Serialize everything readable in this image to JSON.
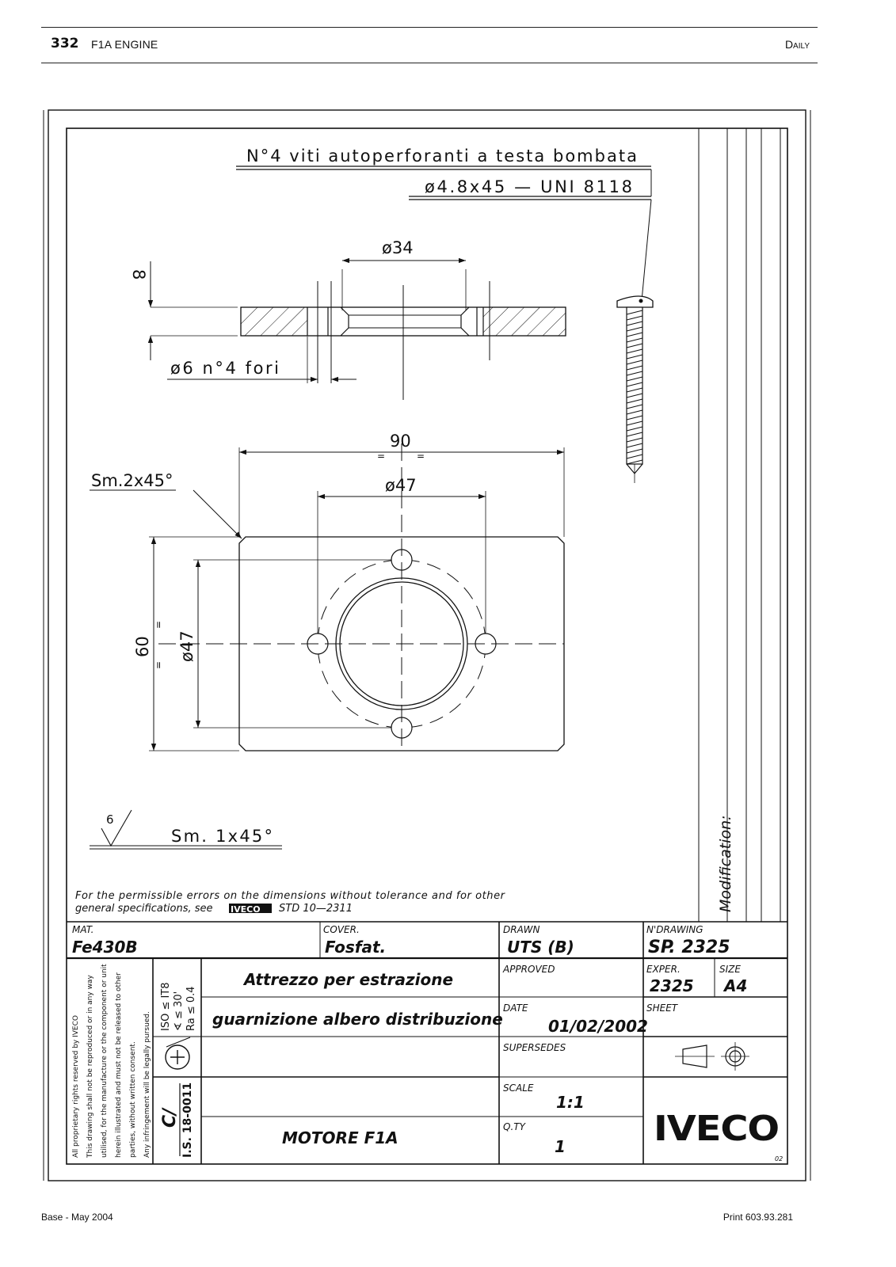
{
  "header": {
    "page_number": "332",
    "section": "F1A ENGINE",
    "model": "Daily"
  },
  "footer": {
    "left": "Base - May 2004",
    "right": "Print 603.93.281"
  },
  "drawing": {
    "note_title": "N°4 viti autoperforanti a testa bombata",
    "note_spec": "ø4.8x45 — UNI 8118",
    "dim_hole_dia": "ø34",
    "dim_thickness": "8",
    "dim_holes": "ø6 n°4 fori",
    "dim_width": "90",
    "dim_bolt_circle": "ø47",
    "dim_height": "60",
    "dim_bolt_circle_v": "ø47",
    "chamfer_top": "Sm.2x45°",
    "roughness": "6",
    "chamfer_bottom": "Sm. 1x45°",
    "equal_mark": "=",
    "modification_label": "Modification:"
  },
  "tolerance_note": {
    "line1": "For the permissible errors on the dimensions without tolerance and for other",
    "line2_prefix": "general specifications, see",
    "brand": "IVECO",
    "line2_suffix": "STD 10—2311"
  },
  "title_block": {
    "mat_label": "MAT.",
    "mat_value": "Fe430B",
    "cover_label": "COVER.",
    "cover_value": "Fosfat.",
    "drawn_label": "DRAWN",
    "drawn_value": "UTS (B)",
    "ndrawing_label": "N'DRAWING",
    "ndrawing_value": "SP. 2325",
    "approved_label": "APPROVED",
    "exper_label": "EXPER.",
    "exper_value": "2325",
    "size_label": "SIZE",
    "size_value": "A4",
    "date_label": "DATE",
    "date_value": "01/02/2002",
    "sheet_label": "SHEET",
    "supersedes_label": "SUPERSEDES",
    "scale_label": "SCALE",
    "scale_value": "1:1",
    "qty_label": "Q.TY",
    "qty_value": "1",
    "description_line1": "Attrezzo per estrazione",
    "description_line2": "guarnizione albero distribuzione",
    "description_line3": "MOTORE F1A",
    "iso_line1": "ISO ≤ IT8",
    "iso_line2": "∢ ≤ 30'",
    "iso_line3": "Ra ≤ 0.4",
    "class_code": "C/",
    "is_code": "I.S. 18-0011",
    "brand": "IVECO",
    "sheet_code": "02",
    "rights": [
      "All proprietary rights reserved by IVECO",
      "This drawing shall not be reproduced or in any way",
      "utilised, for the manufacture or the component or unit",
      "herein illustrated and must not be released to other",
      "parties, without written consent.",
      "Any infringement will be legally pursued."
    ]
  }
}
